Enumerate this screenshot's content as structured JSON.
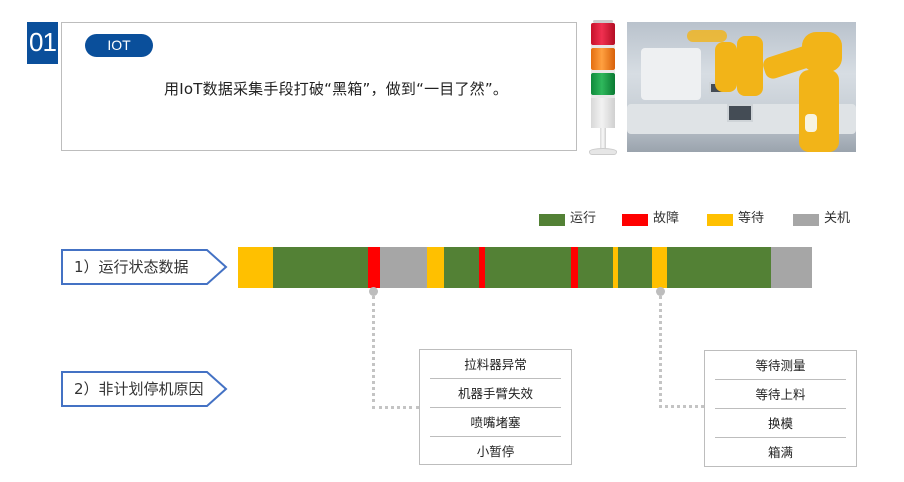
{
  "header": {
    "section_number": "01",
    "tag": "IOT",
    "intro_text": "用IoT数据采集手段打破“黑箱”，做到“一目了然”。"
  },
  "images": {
    "signal_tower": "signal-tower-light",
    "factory_photo": "industrial-robot-arms"
  },
  "legend": [
    {
      "label": "运行",
      "color": "#538135"
    },
    {
      "label": "故障",
      "color": "#ff0000"
    },
    {
      "label": "等待",
      "color": "#ffc000"
    },
    {
      "label": "关机",
      "color": "#a6a6a6"
    }
  ],
  "steps": [
    {
      "label": "1）运行状态数据"
    },
    {
      "label": "2）非计划停机原因"
    }
  ],
  "chart_data": {
    "type": "table",
    "title": "运行状态数据",
    "segments": [
      {
        "state": "等待",
        "start": 0,
        "end": 35
      },
      {
        "state": "运行",
        "start": 35,
        "end": 130
      },
      {
        "state": "故障",
        "start": 130,
        "end": 142
      },
      {
        "state": "关机",
        "start": 142,
        "end": 189
      },
      {
        "state": "等待",
        "start": 189,
        "end": 206
      },
      {
        "state": "运行",
        "start": 206,
        "end": 241
      },
      {
        "state": "故障",
        "start": 241,
        "end": 247
      },
      {
        "state": "运行",
        "start": 247,
        "end": 333
      },
      {
        "state": "故障",
        "start": 333,
        "end": 340
      },
      {
        "state": "运行",
        "start": 340,
        "end": 375
      },
      {
        "state": "等待",
        "start": 375,
        "end": 380
      },
      {
        "state": "运行",
        "start": 380,
        "end": 414
      },
      {
        "state": "等待",
        "start": 414,
        "end": 429
      },
      {
        "state": "运行",
        "start": 429,
        "end": 533
      },
      {
        "state": "关机",
        "start": 533,
        "end": 574
      }
    ],
    "legend": [
      "运行",
      "故障",
      "等待",
      "关机"
    ],
    "callouts": [
      {
        "anchor_segment": "故障",
        "reasons": [
          "拉料器异常",
          "机器手臂失效",
          "喷嘴堵塞",
          "小暂停"
        ]
      },
      {
        "anchor_segment": "等待",
        "reasons": [
          "等待测量",
          "等待上料",
          "换模",
          "箱满"
        ]
      }
    ]
  },
  "reasons": {
    "fault": [
      "拉料器异常",
      "机器手臂失效",
      "喷嘴堵塞",
      "小暂停"
    ],
    "wait": [
      "等待测量",
      "等待上料",
      "换模",
      "箱满"
    ]
  }
}
